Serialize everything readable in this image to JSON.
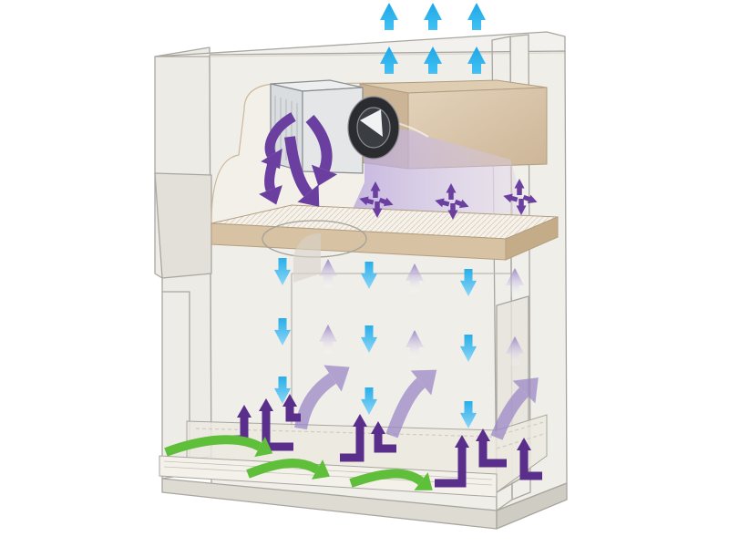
{
  "diagram": {
    "kind": "biosafety-cabinet-airflow",
    "colors": {
      "background": "#ffffff",
      "cabinet_fill": "#ebe8e0",
      "cabinet_fill_light": "#f3f1eb",
      "cabinet_stroke": "#a9a6a0",
      "filter_top": "#d9c7ad",
      "filter_front": "#cdb699",
      "filter_side": "#bfa786",
      "shelf_top": "#f4efe6",
      "shelf_front": "#d7c3a4",
      "motor_body": "#e3e5e7",
      "motor_stroke": "#8a8d91",
      "exhaust_arrow": "#1aa7e8",
      "downflow_arrow": "#3fb6ec",
      "recirc_arrow": "#6a3fa0",
      "recirc_arrow_light": "#a99ac7",
      "inflow_arrow": "#5fbf3a",
      "bottom_duct": "#5a2f8c"
    },
    "arrow_groups": [
      "exhaust-arrows",
      "downflow-arrows",
      "upflow-arrows",
      "blower-arrows",
      "inflow-arrows",
      "return-duct-arrows"
    ]
  }
}
